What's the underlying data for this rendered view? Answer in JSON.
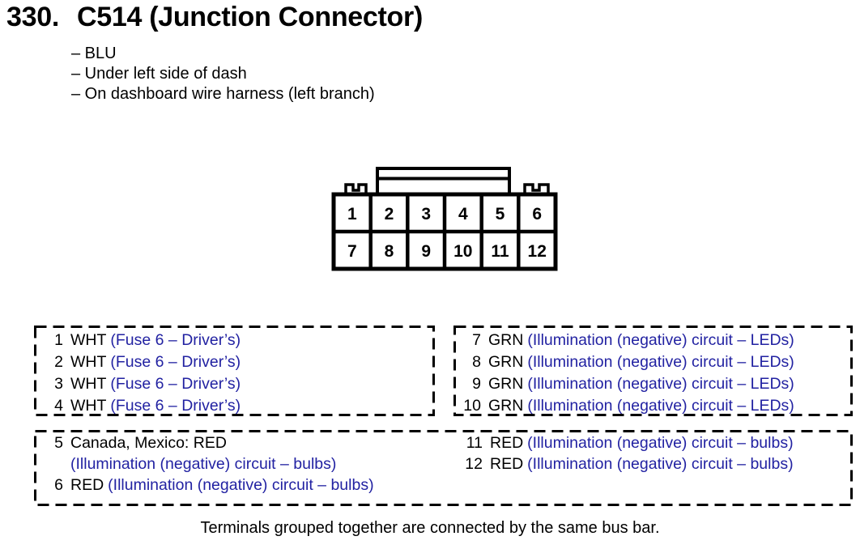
{
  "header": {
    "number": "330.",
    "title": "C514 (Junction Connector)",
    "details": [
      "– BLU",
      "– Under left side of dash",
      "– On dashboard wire harness (left branch)"
    ]
  },
  "connector": {
    "cells": [
      "1",
      "2",
      "3",
      "4",
      "5",
      "6",
      "7",
      "8",
      "9",
      "10",
      "11",
      "12"
    ]
  },
  "groups": {
    "g1": {
      "rows": [
        {
          "num": "1",
          "color": "WHT",
          "desc": "(Fuse 6 – Driver’s)"
        },
        {
          "num": "2",
          "color": "WHT",
          "desc": "(Fuse 6 – Driver’s)"
        },
        {
          "num": "3",
          "color": "WHT",
          "desc": "(Fuse 6 – Driver’s)"
        },
        {
          "num": "4",
          "color": "WHT",
          "desc": "(Fuse 6 – Driver’s)"
        }
      ]
    },
    "g2": {
      "rows": [
        {
          "num": "7",
          "color": "GRN",
          "desc": "(Illumination (negative) circuit – LEDs)"
        },
        {
          "num": "8",
          "color": "GRN",
          "desc": "(Illumination (negative) circuit – LEDs)"
        },
        {
          "num": "9",
          "color": "GRN",
          "desc": "(Illumination (negative) circuit – LEDs)"
        },
        {
          "num": "10",
          "color": "GRN",
          "desc": "(Illumination (negative) circuit – LEDs)"
        }
      ]
    },
    "g3_left": {
      "pin5": {
        "num": "5",
        "label": "Canada, Mexico: RED",
        "desc": "(Illumination (negative) circuit – bulbs)"
      },
      "pin6": {
        "num": "6",
        "color": "RED",
        "desc": "(Illumination (negative) circuit – bulbs)"
      }
    },
    "g3_right": {
      "rows": [
        {
          "num": "11",
          "color": "RED",
          "desc": "(Illumination (negative) circuit – bulbs)"
        },
        {
          "num": "12",
          "color": "RED",
          "desc": "(Illumination (negative) circuit – bulbs)"
        }
      ]
    }
  },
  "footer": "Terminals grouped together are connected by the same bus bar.",
  "colors": {
    "accent_blue": "#2222A2",
    "text": "#000000",
    "background": "#FFFFFF"
  }
}
